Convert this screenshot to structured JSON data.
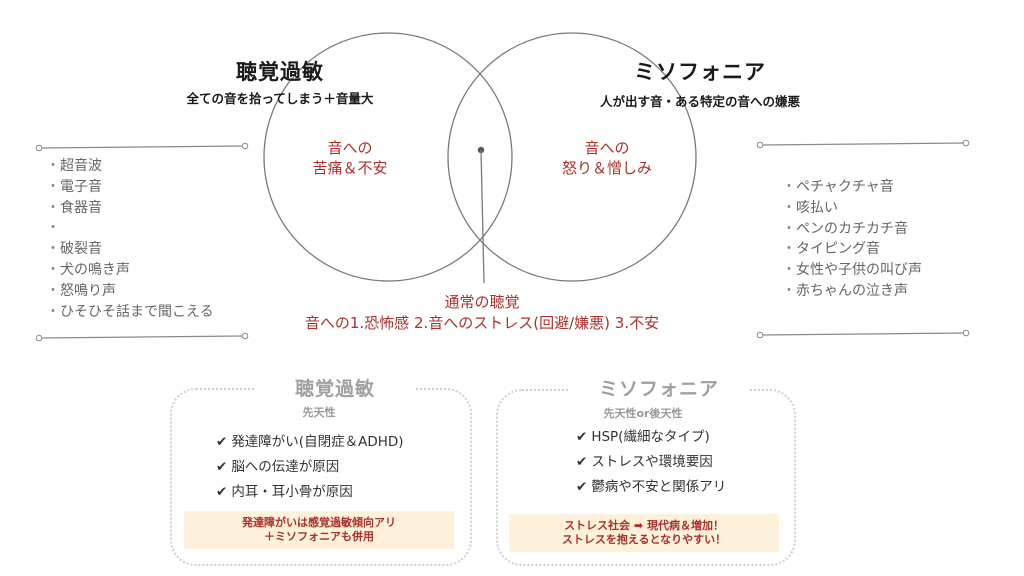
{
  "colors": {
    "accent_red": "#a8322d",
    "note_bg": "#fdf1dc",
    "circle_stroke": "#7a7a7a",
    "list_text": "#666666",
    "card_border": "#cfcfcf"
  },
  "venn": {
    "left": {
      "title": "聴覚過敏",
      "subtitle": "全ての音を拾ってしまう＋音量大",
      "inner_line1": "音への",
      "inner_line2": "苦痛＆不安"
    },
    "right": {
      "title": "ミソフォニア",
      "subtitle": "人が出す音・ある特定の音への嫌悪",
      "inner_line1": "音への",
      "inner_line2": "怒り＆憎しみ"
    },
    "overlap": {
      "line1": "通常の聴覚",
      "line2": "音への1.恐怖感 2.音へのストレス(回避/嫌悪) 3.不安"
    }
  },
  "left_list": {
    "group1": [
      "超音波",
      "電子音",
      "食器音"
    ],
    "group2": [
      "破裂音",
      "犬の鳴き声",
      "怒鳴り声",
      "ひそひそ話まで聞こえる"
    ]
  },
  "right_list": {
    "items": [
      "ペチャクチャ音",
      "咳払い",
      "ペンのカチカチ音",
      "タイピング音",
      "女性や子供の叫び声",
      "赤ちゃんの泣き声"
    ]
  },
  "cards": {
    "left": {
      "title": "聴覚過敏",
      "subtitle": "先天性",
      "check_icon": "✔",
      "items": [
        "発達障がい(自閉症＆ADHD)",
        "脳への伝達が原因",
        "内耳・耳小骨が原因"
      ],
      "note_line1": "発達障がいは感覚過敏傾向アリ",
      "note_line2": "＋ミソフォニアも併用"
    },
    "right": {
      "title": "ミソフォニア",
      "subtitle": "先天性or後天性",
      "check_icon": "✔",
      "items": [
        "HSP(繊細なタイプ)",
        "ストレスや環境要因",
        "鬱病や不安と関係アリ"
      ],
      "note_line1": "ストレス社会 ➡ 現代病＆増加！",
      "note_line2": "ストレスを抱えるとなりやすい！"
    }
  }
}
